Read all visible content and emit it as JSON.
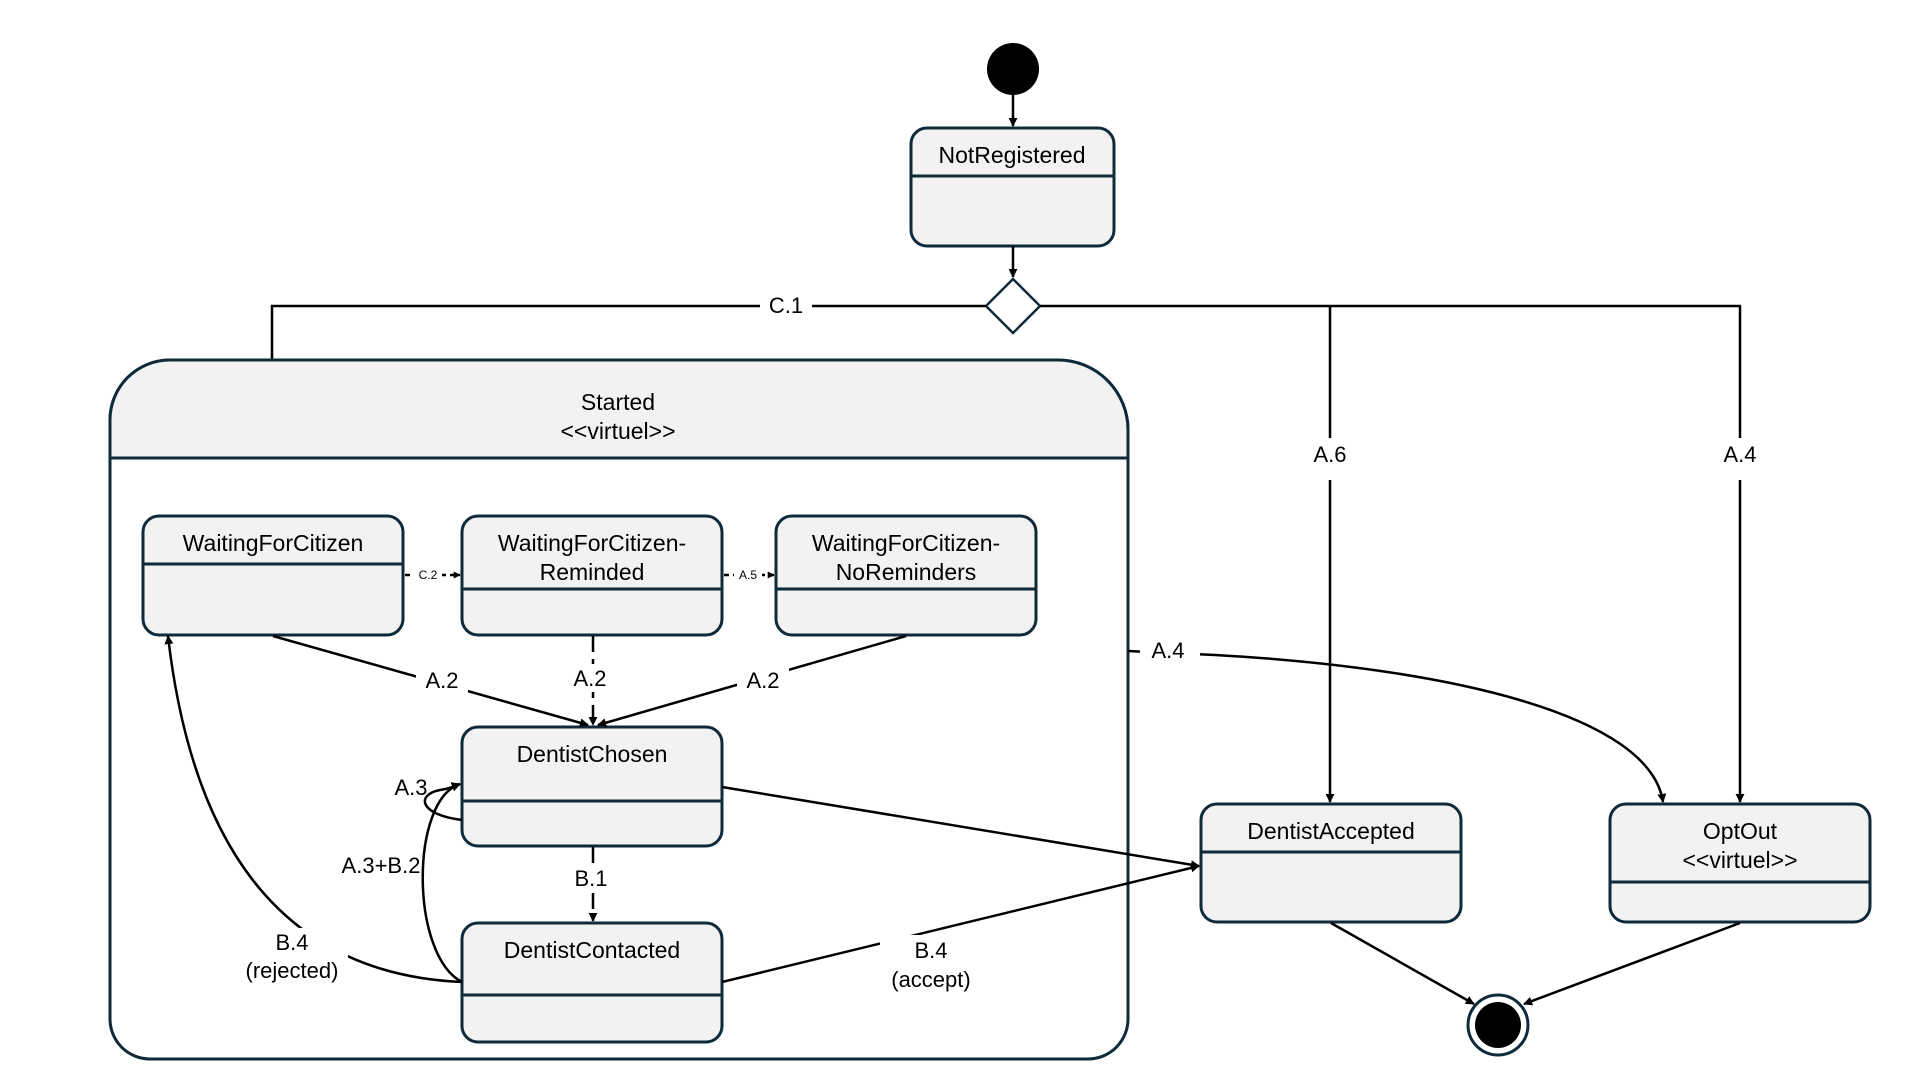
{
  "states": {
    "not_registered": "NotRegistered",
    "started_line1": "Started",
    "started_line2": "<<virtuel>>",
    "waiting_for_citizen": "WaitingForCitizen",
    "waiting_reminded_line1": "WaitingForCitizen-",
    "waiting_reminded_line2": "Reminded",
    "waiting_noreminders_line1": "WaitingForCitizen-",
    "waiting_noreminders_line2": "NoReminders",
    "dentist_chosen": "DentistChosen",
    "dentist_contacted": "DentistContacted",
    "dentist_accepted": "DentistAccepted",
    "optout_line1": "OptOut",
    "optout_line2": "<<virtuel>>"
  },
  "transitions": {
    "c1": "C.1",
    "c2": "C.2",
    "a5": "A.5",
    "a6": "A.6",
    "a4_right": "A.4",
    "a4_started": "A.4",
    "a2_left": "A.2",
    "a2_mid": "A.2",
    "a2_right": "A.2",
    "a3": "A.3",
    "a3b2": "A.3+B.2",
    "b1": "B.1",
    "b4_rejected_line1": "B.4",
    "b4_rejected_line2": "(rejected)",
    "b4_accept_line1": "B.4",
    "b4_accept_line2": "(accept)"
  },
  "colors": {
    "state_fill": "#f2f2f2",
    "state_stroke": "#0f2a3a",
    "edge": "#000000"
  }
}
